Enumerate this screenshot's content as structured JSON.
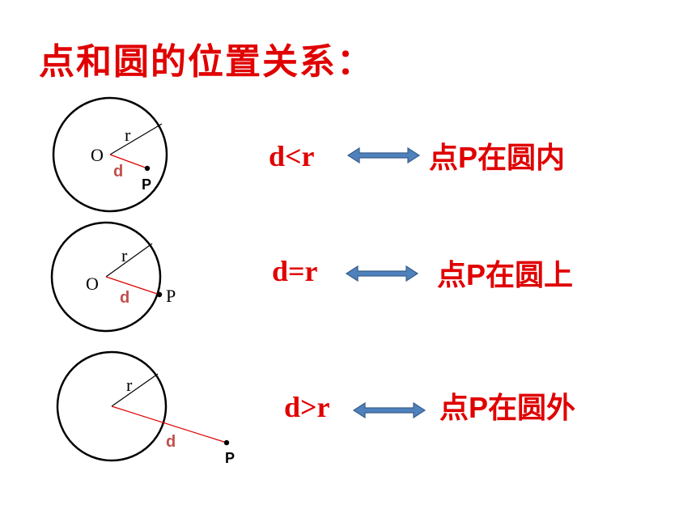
{
  "title": "点和圆的位置关系：",
  "colors": {
    "accent_red": "#e00000",
    "d_label": "#c0504d",
    "arrow_fill": "#4f81bd",
    "arrow_stroke": "#385d8a"
  },
  "rows": [
    {
      "condition": "d<r",
      "result": "点P在圆内",
      "labels": {
        "center": "O",
        "radius": "r",
        "distance": "d",
        "point": "P"
      }
    },
    {
      "condition": "d=r",
      "result": "点P在圆上",
      "labels": {
        "center": "O",
        "radius": "r",
        "distance": "d",
        "point": "P"
      }
    },
    {
      "condition": "d>r",
      "result": "点P在圆外",
      "labels": {
        "radius": "r",
        "distance": "d",
        "point": "P"
      }
    }
  ]
}
